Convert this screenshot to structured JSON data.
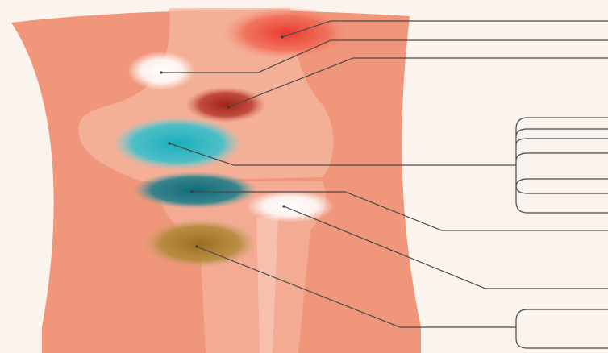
{
  "diagram": {
    "subject": "knee-pain-location-map",
    "colors": {
      "background": "#fbf4ee",
      "leg": "#f0987c",
      "leg_light": "#f7c2ae",
      "leader": "#4a4a4a"
    },
    "regions": [
      {
        "id": "region-red-top",
        "color": "#ec4a3c",
        "callout_count": 1
      },
      {
        "id": "region-white-upper",
        "color": "#ffffff",
        "callout_count": 1
      },
      {
        "id": "region-dark-red",
        "color": "#a42a20",
        "callout_count": 1
      },
      {
        "id": "region-cyan",
        "color": "#26b6c4",
        "callout_count": 6
      },
      {
        "id": "region-dark-teal",
        "color": "#17727e",
        "callout_count": 1
      },
      {
        "id": "region-white-lower",
        "color": "#ffffff",
        "callout_count": 1
      },
      {
        "id": "region-olive",
        "color": "#a87a2a",
        "callout_count": 2
      }
    ]
  }
}
